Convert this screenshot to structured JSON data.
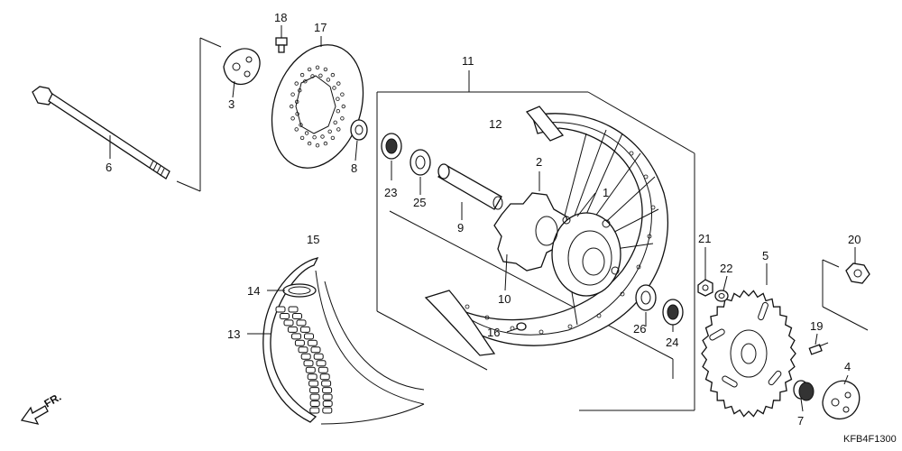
{
  "diagram": {
    "code": "KFB4F1300",
    "direction_label": "FR.",
    "callouts": [
      "1",
      "2",
      "3",
      "4",
      "5",
      "6",
      "7",
      "8",
      "9",
      "10",
      "11",
      "12",
      "13",
      "14",
      "15",
      "16",
      "17",
      "18",
      "19",
      "20",
      "21",
      "22",
      "23",
      "24",
      "25",
      "26"
    ]
  }
}
